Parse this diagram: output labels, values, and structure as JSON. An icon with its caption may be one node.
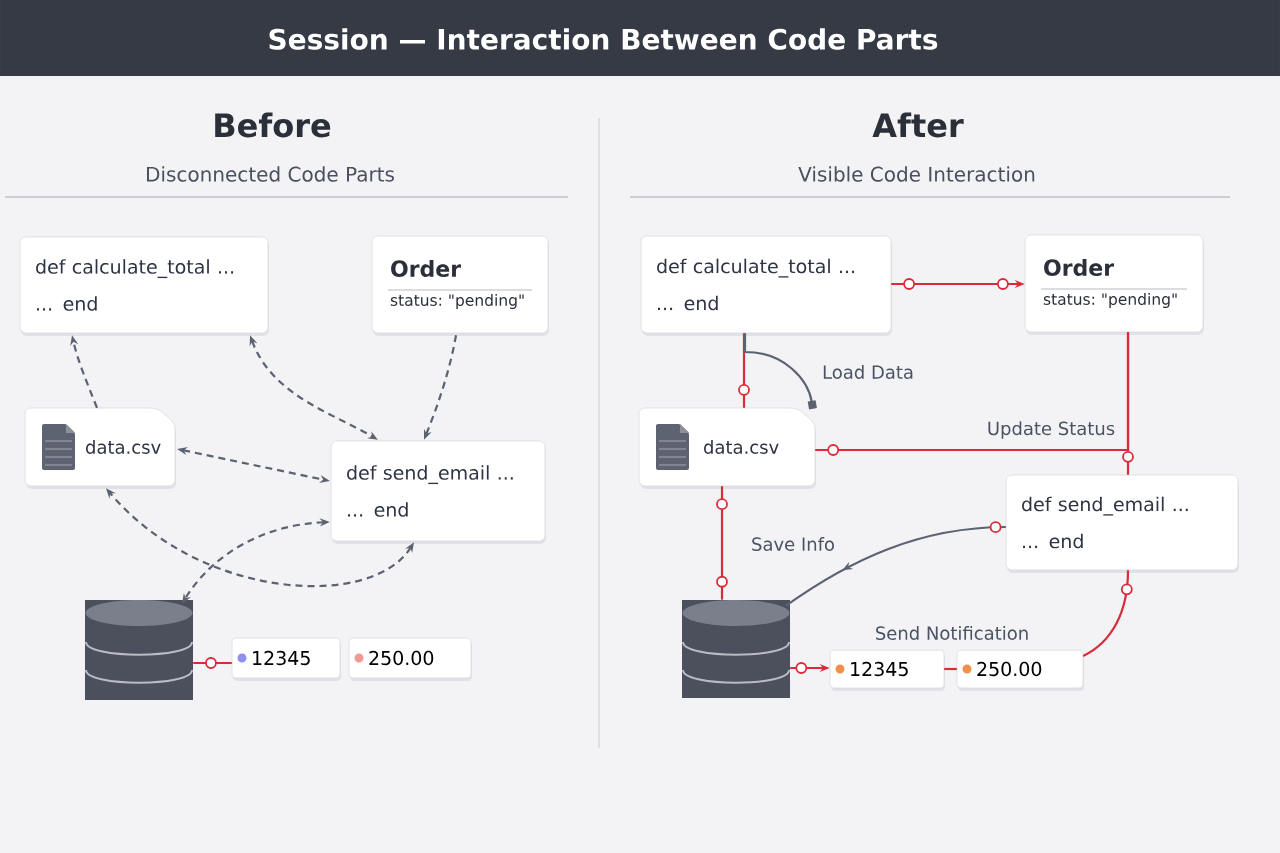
{
  "diagram": {
    "title": "Session — Interaction Between Code Parts",
    "nodes": [
      {
        "text": [
          "def calculate_total ...",
          "... end"
        ]
      },
      {
        "text": [
          "Order",
          "status: \"pending\""
        ]
      },
      {
        "text": [
          "data.csv"
        ]
      },
      {
        "text": [
          "def send_email ...",
          "... end"
        ]
      },
      {
        "text": [],
        "shape": "cylinder"
      },
      {
        "text": [
          "12345"
        ]
      },
      {
        "text": [
          "250.00"
        ]
      },
      {
        "text": [
          "def calculate_total ...",
          "... end"
        ]
      },
      {
        "text": [
          "Order",
          "status: \"pending\""
        ]
      },
      {
        "text": [
          "data.csv"
        ]
      },
      {
        "text": [
          "def send_email ...",
          "... end"
        ]
      },
      {
        "text": [],
        "shape": "cylinder"
      },
      {
        "text": [
          "12345"
        ]
      },
      {
        "text": [
          "250.00"
        ]
      }
    ],
    "edges": [
      {
        "from": 2,
        "to": 0,
        "arrow": "to",
        "style": "dashed",
        "color": "#5b6271"
      },
      {
        "from": 0,
        "to": 3,
        "arrow": "both",
        "style": "dashed",
        "color": "#5b6271"
      },
      {
        "from": 1,
        "to": 3,
        "arrow": "to",
        "style": "dashed",
        "color": "#5b6271"
      },
      {
        "from": 2,
        "to": 3,
        "arrow": "both",
        "style": "dashed",
        "color": "#5b6271"
      },
      {
        "from": 3,
        "to": 4,
        "arrow": "both",
        "style": "dashed",
        "color": "#5b6271"
      },
      {
        "from": 3,
        "to": 2,
        "arrow": "both",
        "style": "dashed",
        "color": "#5b6271"
      },
      {
        "from": 4,
        "to": 5,
        "arrow": "none"
      },
      {
        "from": 7,
        "to": 8,
        "arrow": "to"
      },
      {
        "from": 7,
        "to": 9,
        "arrow": "none"
      },
      {
        "from": 7,
        "to": 9,
        "arrow": "other",
        "label": "Load Data",
        "color": "#5b6271"
      },
      {
        "from": 8,
        "to": 9,
        "arrow": "none",
        "label": "Update Status"
      },
      {
        "from": 8,
        "to": 10,
        "arrow": "none"
      },
      {
        "from": 9,
        "to": 11,
        "arrow": "none"
      },
      {
        "from": 10,
        "to": 11,
        "arrow": "to",
        "label": "Save Info",
        "color": "#5b6271"
      },
      {
        "from": 11,
        "to": 12,
        "arrow": "to"
      },
      {
        "from": 12,
        "to": 13,
        "arrow": "none",
        "label": "Send Notification"
      },
      {
        "from": 13,
        "to": 10,
        "arrow": "none"
      }
    ],
    "labels": [
      "Before",
      "Disconnected Code Parts",
      "After",
      "Visible Code Interaction"
    ]
  }
}
